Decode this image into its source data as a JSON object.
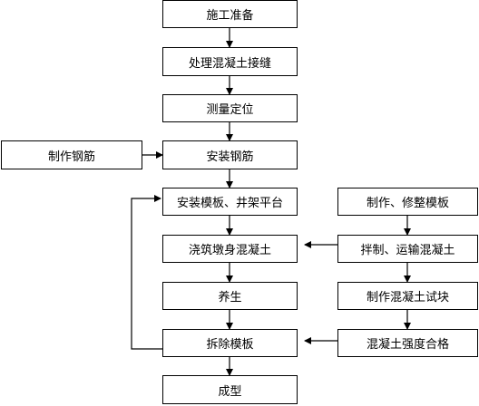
{
  "flowchart": {
    "main": [
      "施工准备",
      "处理混凝土接缝",
      "测量定位",
      "安装钢筋",
      "安装模板、井架平台",
      "浇筑墩身混凝土",
      "养生",
      "拆除模板",
      "成型"
    ],
    "left": [
      "制作钢筋"
    ],
    "right": [
      "制作、修整模板",
      "拌制、运输混凝土",
      "制作混凝土试块",
      "混凝土强度合格"
    ]
  }
}
